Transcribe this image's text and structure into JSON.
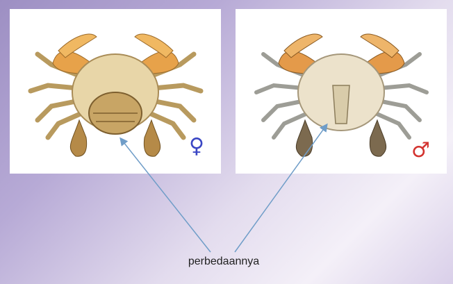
{
  "panels": [
    {
      "sex": "female",
      "symbol": "♀",
      "symbol_color": "#3a46c4"
    },
    {
      "sex": "male",
      "symbol": "♂",
      "symbol_color": "#d3332f"
    }
  ],
  "caption": "perbedaannya",
  "colors": {
    "arrow": "#6f9dc8",
    "shell": "#d9c08a",
    "claw": "#e7a24a"
  }
}
